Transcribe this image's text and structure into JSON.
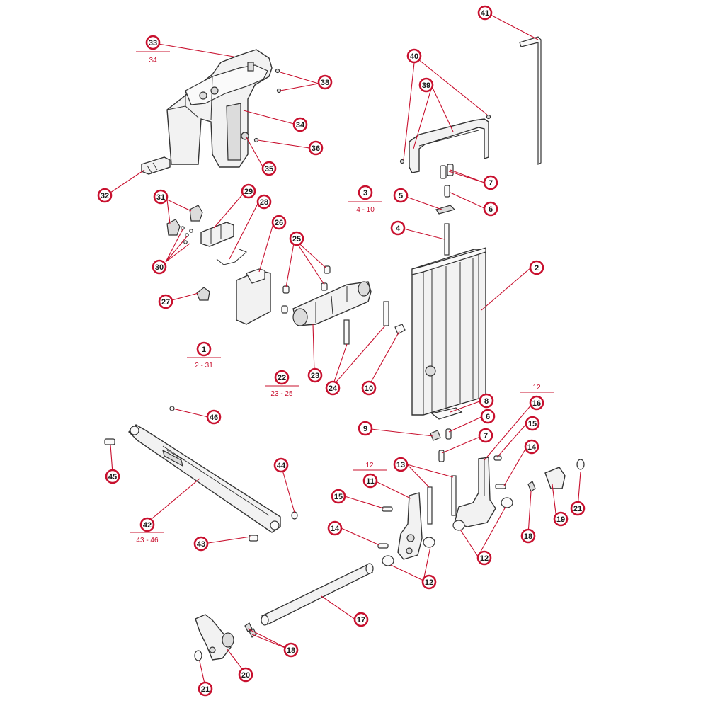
{
  "callouts": [
    {
      "id": "c33",
      "label": "33"
    },
    {
      "id": "c38",
      "label": "38"
    },
    {
      "id": "c34",
      "label": "34"
    },
    {
      "id": "c36",
      "label": "36"
    },
    {
      "id": "c35",
      "label": "35"
    },
    {
      "id": "c32",
      "label": "32"
    },
    {
      "id": "c41",
      "label": "41"
    },
    {
      "id": "c40",
      "label": "40"
    },
    {
      "id": "c39",
      "label": "39"
    },
    {
      "id": "c7a",
      "label": "7"
    },
    {
      "id": "c6a",
      "label": "6"
    },
    {
      "id": "c3",
      "label": "3"
    },
    {
      "id": "c5",
      "label": "5"
    },
    {
      "id": "c4",
      "label": "4"
    },
    {
      "id": "c2",
      "label": "2"
    },
    {
      "id": "c31",
      "label": "31"
    },
    {
      "id": "c29",
      "label": "29"
    },
    {
      "id": "c28",
      "label": "28"
    },
    {
      "id": "c30",
      "label": "30"
    },
    {
      "id": "c26",
      "label": "26"
    },
    {
      "id": "c25",
      "label": "25"
    },
    {
      "id": "c27",
      "label": "27"
    },
    {
      "id": "c1",
      "label": "1"
    },
    {
      "id": "c22",
      "label": "22"
    },
    {
      "id": "c23",
      "label": "23"
    },
    {
      "id": "c24",
      "label": "24"
    },
    {
      "id": "c10",
      "label": "10"
    },
    {
      "id": "c8",
      "label": "8"
    },
    {
      "id": "c6b",
      "label": "6"
    },
    {
      "id": "c9",
      "label": "9"
    },
    {
      "id": "c7b",
      "label": "7"
    },
    {
      "id": "c16",
      "label": "16"
    },
    {
      "id": "c15a",
      "label": "15"
    },
    {
      "id": "c14a",
      "label": "14"
    },
    {
      "id": "c46",
      "label": "46"
    },
    {
      "id": "c45",
      "label": "45"
    },
    {
      "id": "c44",
      "label": "44"
    },
    {
      "id": "c42",
      "label": "42"
    },
    {
      "id": "c43",
      "label": "43"
    },
    {
      "id": "c13",
      "label": "13"
    },
    {
      "id": "c11",
      "label": "11"
    },
    {
      "id": "c15b",
      "label": "15"
    },
    {
      "id": "c14b",
      "label": "14"
    },
    {
      "id": "c12a",
      "label": "12"
    },
    {
      "id": "c12b",
      "label": "12"
    },
    {
      "id": "c18a",
      "label": "18"
    },
    {
      "id": "c19",
      "label": "19"
    },
    {
      "id": "c21a",
      "label": "21"
    },
    {
      "id": "c17",
      "label": "17"
    },
    {
      "id": "c18b",
      "label": "18"
    },
    {
      "id": "c20",
      "label": "20"
    },
    {
      "id": "c21b",
      "label": "21"
    }
  ],
  "groups": {
    "g33": {
      "top": "33",
      "bottom": "34"
    },
    "g3": {
      "top": "3",
      "bottom": "4 - 10"
    },
    "g1": {
      "top": "1",
      "bottom": "2 - 31"
    },
    "g22": {
      "top": "22",
      "bottom": "23 - 25"
    },
    "g42": {
      "top": "42",
      "bottom": "43 - 46"
    },
    "g12r": {
      "top": "12"
    },
    "g12l": {
      "top": "12"
    }
  },
  "colors": {
    "callout_ring": "#c8102e",
    "leader": "#c8102e",
    "part_stroke": "#333333",
    "part_fill": "#f2f2f2"
  }
}
